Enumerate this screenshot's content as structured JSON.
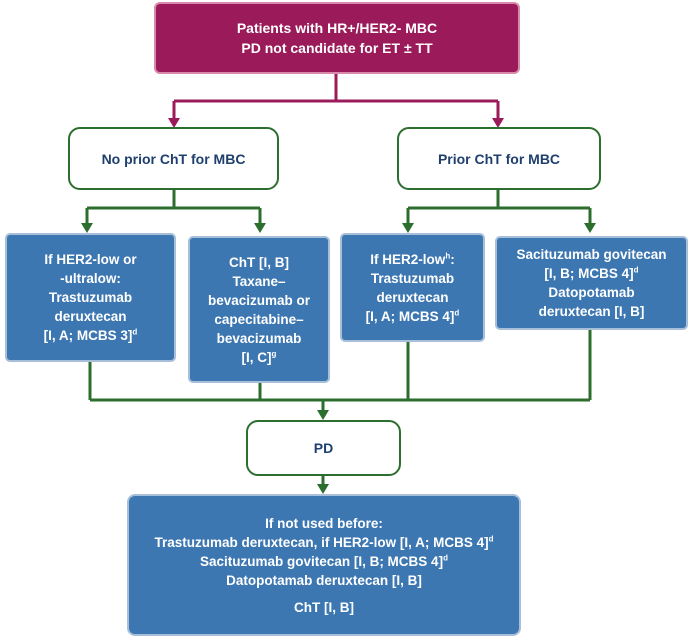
{
  "top_box": {
    "line1": "Patients with HR+/HER2- MBC",
    "line2": "PD not candidate for ET ± TT"
  },
  "no_prior": {
    "label": "No prior ChT for MBC"
  },
  "prior": {
    "label": "Prior ChT for MBC"
  },
  "box_her2low": {
    "line1": "If HER2-low or",
    "line2": "-ultralow:",
    "line3": "Trastuzumab",
    "line4": "deruxtecan",
    "line5": "[I, A; MCBS 3]",
    "sup5": "d"
  },
  "box_cht": {
    "line1": "ChT [I, B]",
    "line2": "Taxane–",
    "line3": "bevacizumab or",
    "line4": "capecitabine–",
    "line5": "bevacizumab",
    "line6": "[I, C]",
    "sup6": "g"
  },
  "box_her2low_prior": {
    "line1": "If HER2-low",
    "sup1": "h",
    "line1_suffix": ":",
    "line2": "Trastuzumab",
    "line3": "deruxtecan",
    "line4": "[I, A; MCBS 4]",
    "sup4": "d"
  },
  "box_sacituzumab": {
    "line1": "Sacituzumab govitecan",
    "line2": "[I, B; MCBS 4]",
    "sup2": "d",
    "line3": "Datopotamab",
    "line4": "deruxtecan [I, B]"
  },
  "pd_box": {
    "label": "PD"
  },
  "final_box": {
    "line1": "If not used before:",
    "line2": "Trastuzumab deruxtecan, if HER2-low [I, A; MCBS 4]",
    "sup2": "d",
    "line3": "Sacituzumab govitecan [I, B; MCBS 4]",
    "sup3": "d",
    "line4": "Datopotamab deruxtecan [I, B]",
    "line5": "ChT [I, B]"
  },
  "colors": {
    "magenta": "#9b1b5a",
    "green": "#2c6e2e",
    "blue": "#3d77b2"
  }
}
